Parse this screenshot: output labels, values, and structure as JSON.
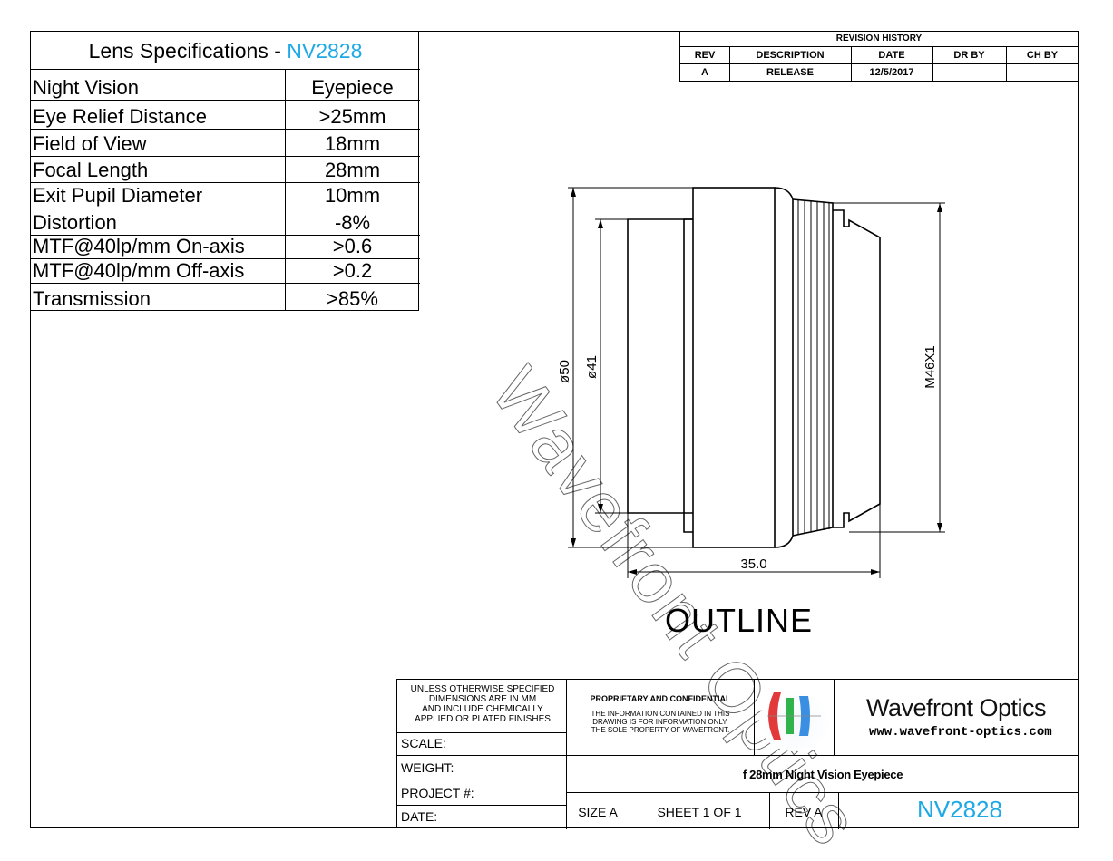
{
  "spec": {
    "title": "Lens Specifications - ",
    "code": "NV2828",
    "rows": [
      {
        "label": "Night Vision",
        "value": "Eyepiece"
      },
      {
        "label": " Eye Relief Distance",
        "value": ">25mm"
      },
      {
        "label": " Field of View",
        "value": "18mm"
      },
      {
        "label": " Focal Length",
        "value": "28mm"
      },
      {
        "label": " Exit Pupil Diameter",
        "value": "10mm"
      },
      {
        "label": " Distortion",
        "value": "-8%"
      },
      {
        "label": "MTF@40lp/mm On-axis",
        "value": ">0.6"
      },
      {
        "label": "MTF@40lp/mm Off-axis",
        "value": ">0.2"
      },
      {
        "label": "Transmission",
        "value": ">85%"
      }
    ]
  },
  "revision": {
    "header": "REVISION HISTORY",
    "columns": [
      "REV",
      "DESCRIPTION",
      "DATE",
      "DR BY",
      "CH BY"
    ],
    "rows": [
      [
        "A",
        "RELEASE",
        "12/5/2017",
        "",
        ""
      ]
    ]
  },
  "drawing": {
    "dim_d50": "ø50",
    "dim_d41": "ø41",
    "dim_thread": "M46X1",
    "dim_length": "35.0",
    "outline_label": "OUTLINE",
    "watermark": "Wavefront Optics"
  },
  "title_block": {
    "notes": [
      "UNLESS OTHERWISE SPECIFIED",
      "DIMENSIONS ARE IN MM",
      "AND INCLUDE CHEMICALLY",
      "APPLIED OR PLATED FINISHES"
    ],
    "scale": "SCALE:",
    "weight": "WEIGHT:",
    "project": "PROJECT #:",
    "date": "DATE:",
    "proprietary_title": "PROPRIETARY AND CONFIDENTIAL",
    "proprietary_text": [
      "THE INFORMATION CONTAINED IN THIS",
      "DRAWING IS FOR INFORMATION ONLY.",
      "THE SOLE PROPERTY OF WAVEFRONT."
    ],
    "brand": "Wavefront Optics",
    "website": "www.wavefront-optics.com",
    "part_title": "f 28mm  Night Vision Eyepiece",
    "size": "SIZE A",
    "sheet": "SHEET  1  OF  1",
    "rev": "REV A",
    "part_number": "NV2828"
  },
  "colors": {
    "accent": "#1ea9e6",
    "logo_red": "#e23a3a",
    "logo_green": "#2fb34a",
    "logo_blue": "#3a8fe2"
  }
}
